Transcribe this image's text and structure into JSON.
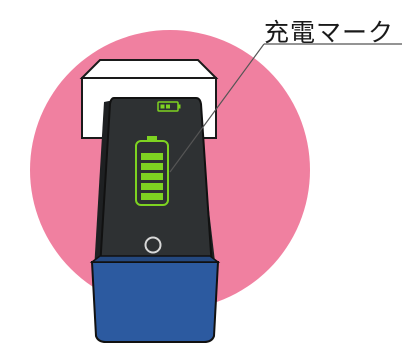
{
  "callout": {
    "label": "充電マーク"
  },
  "colors": {
    "background_circle": "#f080a0",
    "charger_body": "#ffffff",
    "device_body": "#2e3133",
    "device_side": "#202224",
    "device_cap": "#2c5aa0",
    "battery_indicator": "#7ed321"
  },
  "icons": {
    "charging_mark": "battery-icon",
    "small_mark": "small-battery-icon",
    "button": "power-button-icon"
  },
  "battery": {
    "filled_bars": 5,
    "total_bars": 5
  }
}
